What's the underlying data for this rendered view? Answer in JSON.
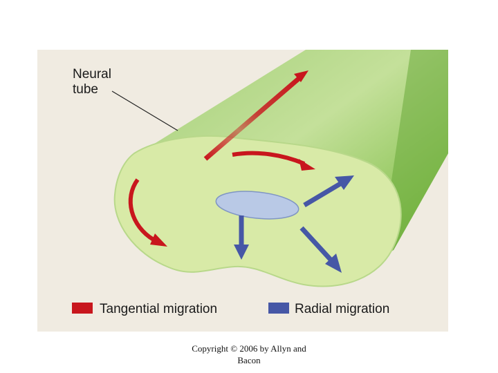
{
  "diagram": {
    "callout": {
      "line1": "Neural",
      "line2": "tube"
    },
    "legend": {
      "tangential": {
        "label": "Tangential migration",
        "color": "#c8161d"
      },
      "radial": {
        "label": "Radial migration",
        "color": "#4657a6"
      }
    },
    "colors": {
      "panel_background": "#f0ebe1",
      "tube_green": "#7fbf4d",
      "cross_section": "#d8eaa7",
      "ventricle": "#b9c9e6"
    }
  },
  "footer": {
    "copyright_line1": "Copyright © 2006 by Allyn and",
    "copyright_line2": "Bacon"
  }
}
